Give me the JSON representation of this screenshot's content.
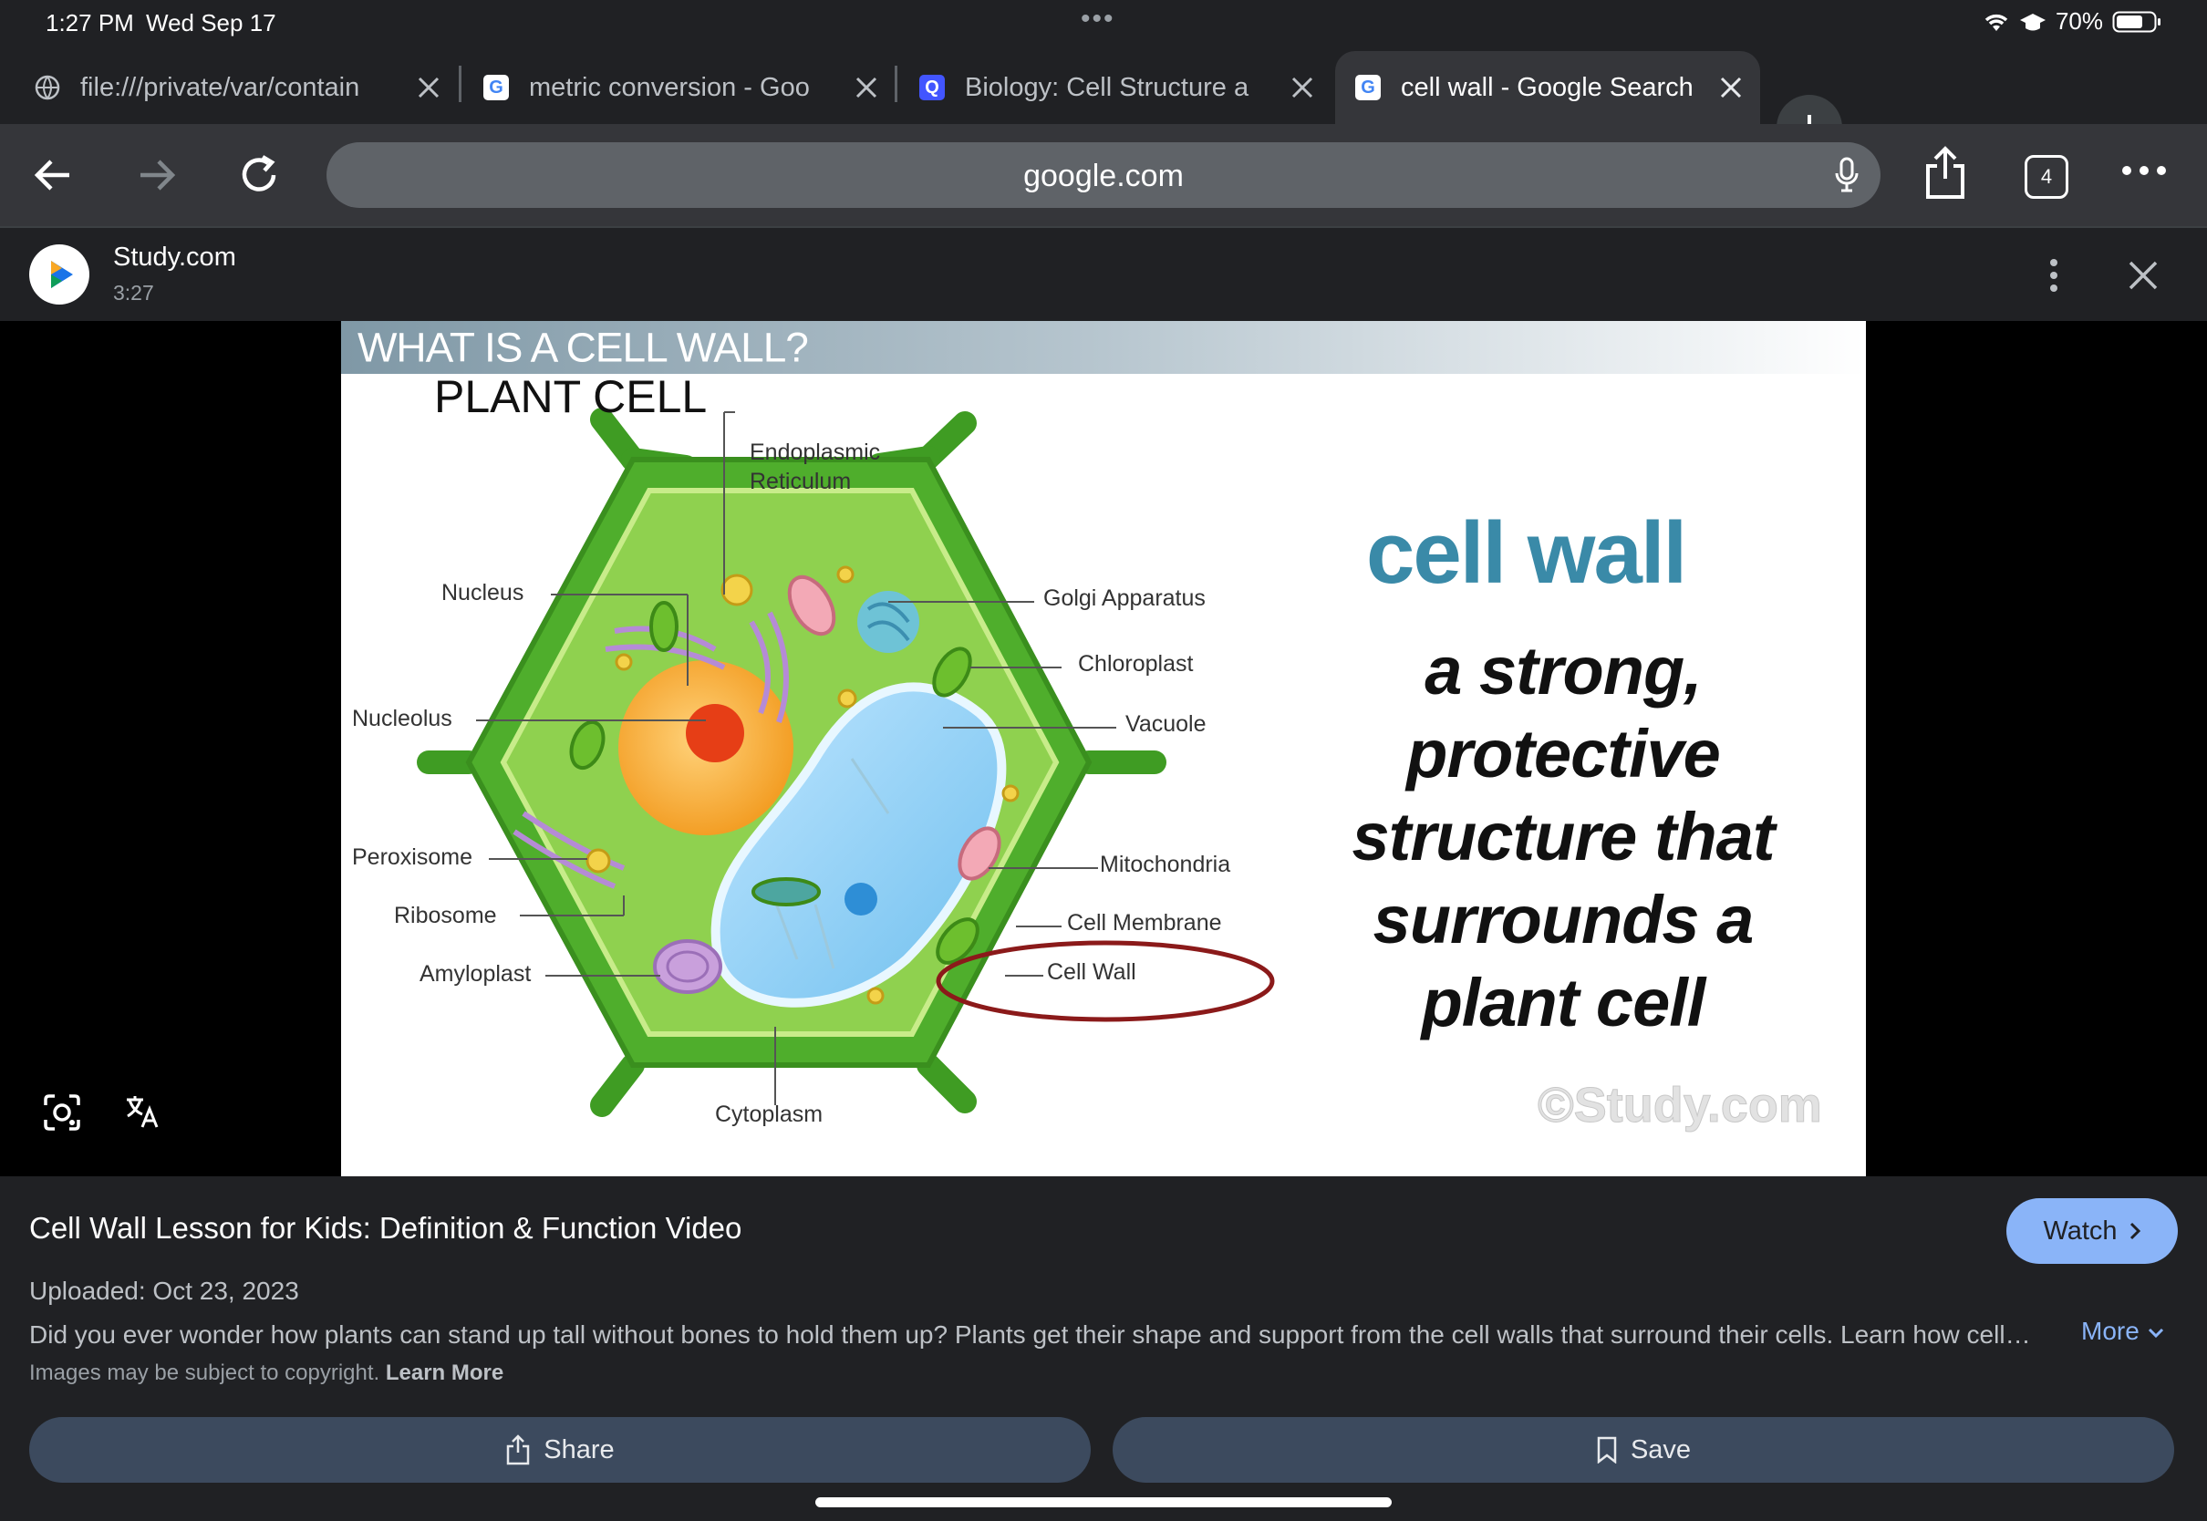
{
  "status": {
    "time": "1:27 PM",
    "date": "Wed Sep 17",
    "battery": "70%"
  },
  "tabs": [
    {
      "title": "file:///private/var/contain",
      "favicon": "globe-icon"
    },
    {
      "title": "metric conversion - Goo",
      "favicon": "google-icon"
    },
    {
      "title": "Biology: Cell Structure a",
      "favicon": "quizlet-icon"
    },
    {
      "title": "cell wall - Google Search",
      "favicon": "google-icon",
      "active": true
    }
  ],
  "toolbar": {
    "url": "google.com",
    "tab_count": "4"
  },
  "source": {
    "name": "Study.com",
    "duration": "3:27"
  },
  "slide": {
    "header": "WHAT IS A CELL WALL?",
    "subtitle": "PLANT CELL",
    "term": "cell wall",
    "definition_lines": [
      "a strong,",
      "protective",
      "structure that",
      "surrounds a",
      "plant cell"
    ],
    "watermark": "©Study.com",
    "labels": {
      "er": [
        "Endoplasmic",
        "Reticulum"
      ],
      "nucleus": "Nucleus",
      "nucleolus": "Nucleolus",
      "peroxisome": "Peroxisome",
      "ribosome": "Ribosome",
      "amyloplast": "Amyloplast",
      "golgi": "Golgi Apparatus",
      "chloroplast": "Chloroplast",
      "vacuole": "Vacuole",
      "mitochondria": "Mitochondria",
      "membrane": "Cell Membrane",
      "wall": "Cell Wall",
      "cytoplasm": "Cytoplasm"
    }
  },
  "info": {
    "title": "Cell Wall Lesson for Kids: Definition & Function Video",
    "watch_label": "Watch",
    "uploaded": "Uploaded: Oct 23, 2023",
    "description": "Did you ever wonder how plants can stand up tall without bones to hold them up? Plants get their shape and support from the cell walls that surround their cells. Learn how cell…",
    "more_label": "More",
    "copyright": "Images may be subject to copyright.",
    "learn_more": "Learn More",
    "share_label": "Share",
    "save_label": "Save"
  },
  "colors": {
    "accent": "#8ab4f8",
    "wall_green": "#4caf2a",
    "cell_green": "#8fd14f",
    "term_blue": "#3a8aa8"
  }
}
